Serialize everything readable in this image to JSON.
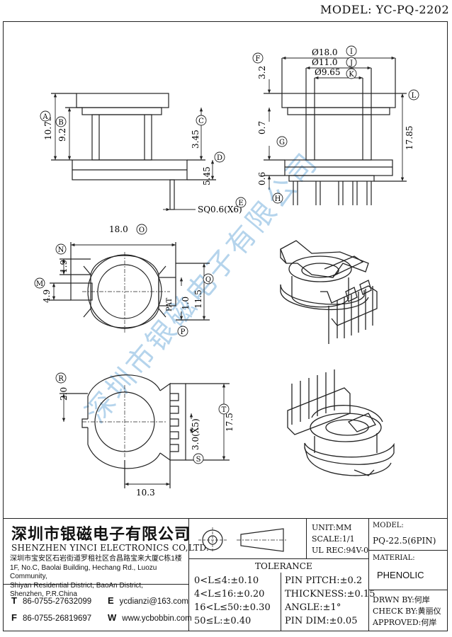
{
  "header": {
    "model": "MODEL: YC-PQ-2202"
  },
  "watermark": "深圳市银磁电子有限公司",
  "dimensions": {
    "side": {
      "A": "10.75",
      "B": "9.2",
      "C": "3.45",
      "D": "5.45",
      "E_text": "SQ0.6(X6)"
    },
    "front": {
      "I": "Ø18.0",
      "J": "Ø11.0",
      "K": "Ø9.65",
      "F": "3.2",
      "G": "0.7",
      "H": "0.6",
      "L": "17.85"
    },
    "top": {
      "O": "18.0",
      "N": "1.9",
      "M": "4.9",
      "Q": "11.5",
      "P": "1.0",
      "mark": "PAT"
    },
    "bottom": {
      "R": "2.0",
      "T": "17.5",
      "S": "3.0(X5)",
      "width": "10.3"
    }
  },
  "markers": [
    "A",
    "B",
    "C",
    "D",
    "E",
    "F",
    "G",
    "H",
    "I",
    "J",
    "K",
    "L",
    "M",
    "N",
    "O",
    "P",
    "Q",
    "R",
    "S",
    "T"
  ],
  "company": {
    "name_cn": "深圳市银磁电子有限公司",
    "name_en": "SHENZHEN YINCI ELECTRONICS CO,LTD.",
    "address_lines": [
      "深圳市宝安区石岩街道罗租社区合昌路宝来大厦C栋1楼",
      "1F, No.C, Baolai Building, Hechang Rd., Luozu Community,",
      "Shiyan Residential District, BaoAn District,",
      "Shenzhen, P.R.China"
    ],
    "tel_label": "T",
    "tel": "86-0755-27632099",
    "fax_label": "F",
    "fax": "86-0755-26819697",
    "email_label": "E",
    "email": "ycdianzi@163.com",
    "web_label": "W",
    "web": "www.ycbobbin.com"
  },
  "spec": {
    "unit": "UNIT:MM",
    "scale": "SCALE:1/1",
    "ul": "UL REC:94V-0",
    "model_label": "MODEL:",
    "model_value": "PQ-22.5(6PIN)",
    "material_label": "MATERIAL:",
    "material_value": "PHENOLIC"
  },
  "tolerance": {
    "title": "TOLERANCE",
    "left": [
      "0<L≤4:±0.10",
      "4<L≤16:±0.20",
      "16<L≤50:±0.30",
      "50≤L:±0.40"
    ],
    "right": [
      "PIN PITCH:±0.2",
      "THICKNESS:±0.15",
      "ANGLE:±1°",
      "PIN DIM:±0.05"
    ]
  },
  "approval": {
    "drawn_label": "DRWN BY:",
    "drawn_value": "何岸",
    "check_label": "CHECK BY:",
    "check_value": "黄丽仪",
    "approved_label": "APPROVED:",
    "approved_value": "何岸"
  }
}
